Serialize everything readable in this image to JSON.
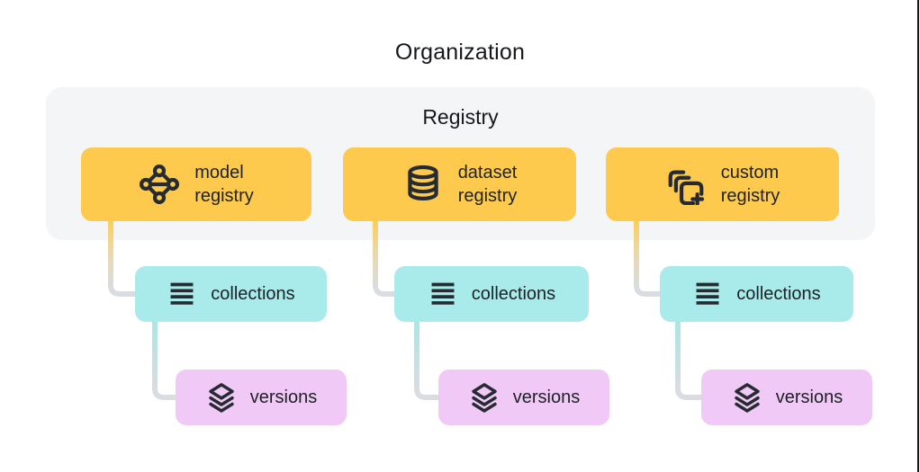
{
  "title": "Organization",
  "panel": {
    "title": "Registry"
  },
  "colors": {
    "registry_node_bg": "#fdca4e",
    "collections_node_bg": "#a8ebea",
    "versions_node_bg": "#f0c9f6",
    "panel_bg": "#f4f5f6",
    "connector_gray": "#d9dce0",
    "ink": "#1d2126"
  },
  "columns": [
    {
      "registry": {
        "label": "model registry",
        "icon": "model-registry-icon"
      },
      "collections": {
        "label": "collections",
        "icon": "collections-icon"
      },
      "versions": {
        "label": "versions",
        "icon": "versions-icon"
      }
    },
    {
      "registry": {
        "label": "dataset registry",
        "icon": "dataset-registry-icon"
      },
      "collections": {
        "label": "collections",
        "icon": "collections-icon"
      },
      "versions": {
        "label": "versions",
        "icon": "versions-icon"
      }
    },
    {
      "registry": {
        "label": "custom registry",
        "icon": "custom-registry-icon"
      },
      "collections": {
        "label": "collections",
        "icon": "collections-icon"
      },
      "versions": {
        "label": "versions",
        "icon": "versions-icon"
      }
    }
  ]
}
